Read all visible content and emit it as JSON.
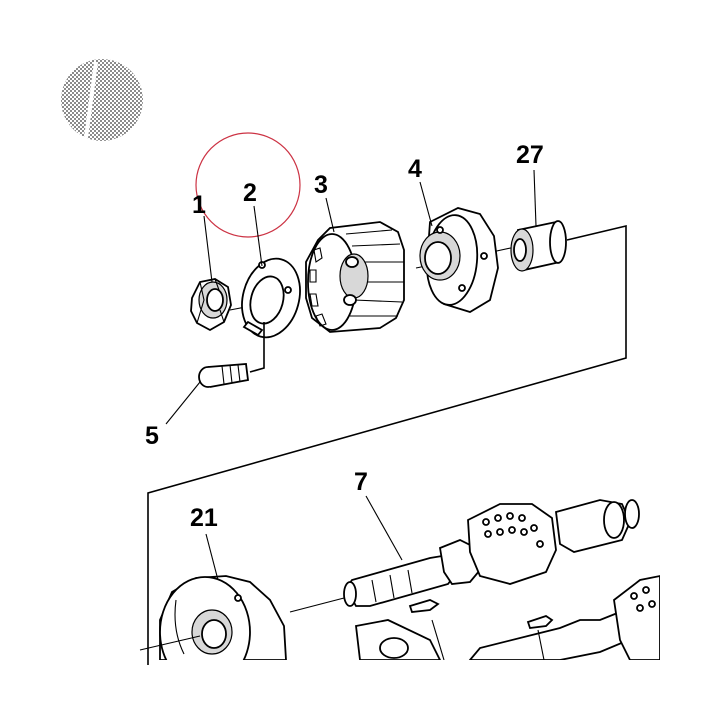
{
  "diagram": {
    "callouts": [
      {
        "id": "1",
        "label": "1"
      },
      {
        "id": "2",
        "label": "2"
      },
      {
        "id": "3",
        "label": "3"
      },
      {
        "id": "4",
        "label": "4"
      },
      {
        "id": "27",
        "label": "27"
      },
      {
        "id": "5",
        "label": "5"
      },
      {
        "id": "7",
        "label": "7"
      },
      {
        "id": "21",
        "label": "21"
      }
    ],
    "highlight_circle_color": "#cc3344",
    "part_shading_color": "#d8d8d8"
  }
}
